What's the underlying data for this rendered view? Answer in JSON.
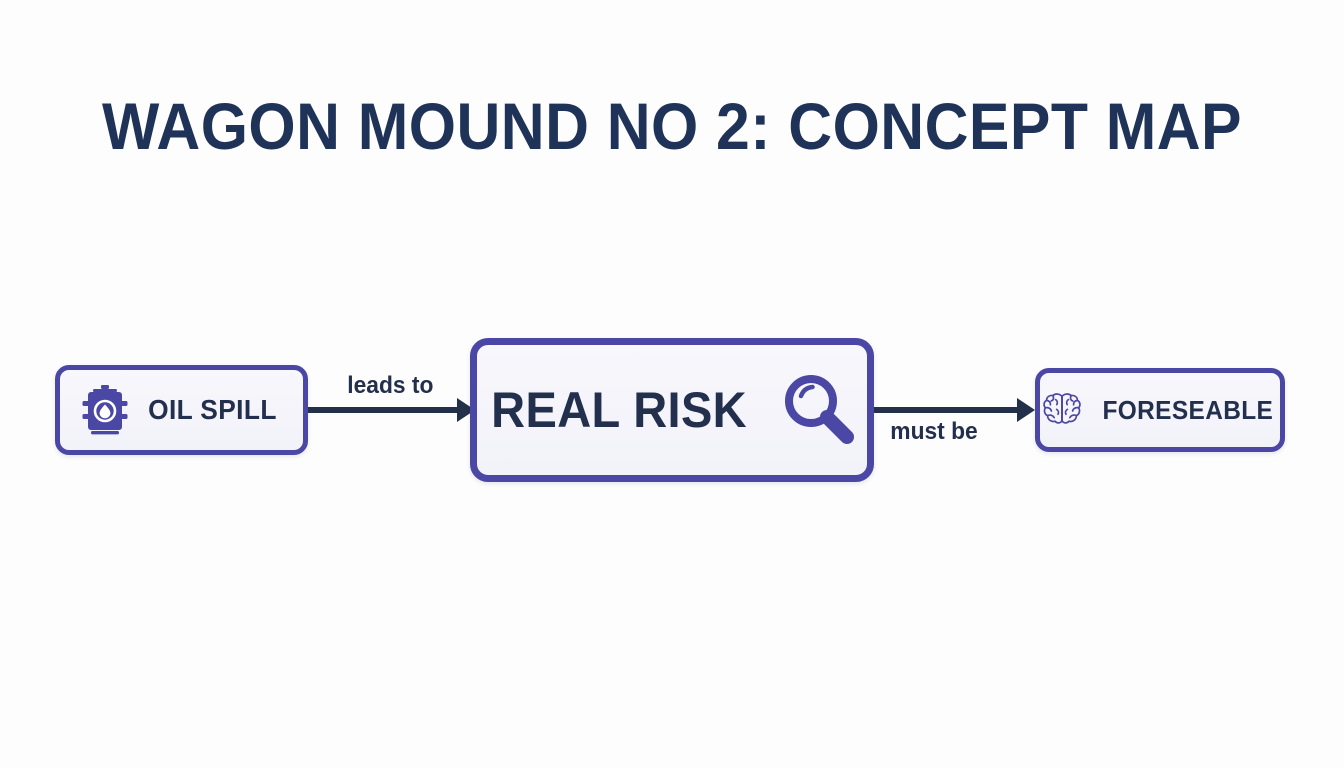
{
  "page": {
    "title": "WAGON MOUND NO 2: CONCEPT MAP",
    "background_color": "#fdfdfd",
    "title_color": "#1f3258",
    "node_border_color": "#4b47a5",
    "node_fill_color": "#f4f4fa",
    "node_text_color": "#23304d",
    "connector_color": "#22304a",
    "icon_color": "#4b47a5"
  },
  "diagram": {
    "type": "concept-map",
    "nodes": [
      {
        "id": "oil-spill",
        "label": "OIL SPILL",
        "icon": "oil-barrel-icon",
        "emphasis": "normal"
      },
      {
        "id": "real-risk",
        "label": "REAL RISK",
        "icon": "magnifying-glass-icon",
        "emphasis": "primary"
      },
      {
        "id": "foreseable",
        "label": "FORESEABLE",
        "icon": "brain-icon",
        "emphasis": "normal"
      }
    ],
    "edges": [
      {
        "id": "leads-to",
        "label": "leads to",
        "from": "oil-spill",
        "to": "real-risk",
        "label_position": "above"
      },
      {
        "id": "must-be",
        "label": "must be",
        "from": "real-risk",
        "to": "foreseable",
        "label_position": "below"
      }
    ]
  }
}
